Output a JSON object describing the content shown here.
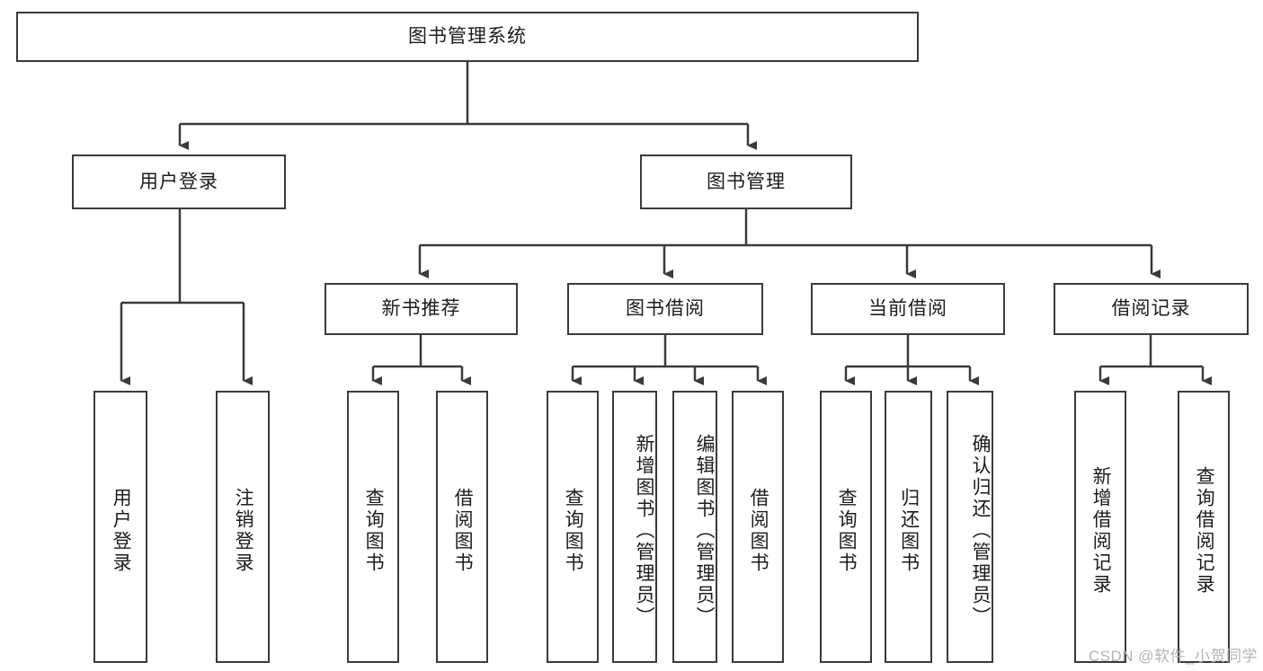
{
  "diagram": {
    "title_box": {
      "label": "图书管理系统"
    },
    "level1": [
      {
        "id": "user-login",
        "label": "用户登录"
      },
      {
        "id": "book-management",
        "label": "图书管理"
      }
    ],
    "level2": [
      {
        "id": "new-book-recommend",
        "label": "新书推荐"
      },
      {
        "id": "book-borrow",
        "label": "图书借阅"
      },
      {
        "id": "current-borrow",
        "label": "当前借阅"
      },
      {
        "id": "borrow-record",
        "label": "借阅记录"
      }
    ],
    "leaves": [
      {
        "id": "user-login-leaf",
        "label": "用户登录"
      },
      {
        "id": "logout-leaf",
        "label": "注销登录"
      },
      {
        "id": "query-book-recommend",
        "label": "查询图书"
      },
      {
        "id": "borrow-book-recommend",
        "label": "借阅图书"
      },
      {
        "id": "query-book-borrow",
        "label": "查询图书"
      },
      {
        "id": "add-book-admin",
        "label": "新增图书（管理员）"
      },
      {
        "id": "edit-book-admin",
        "label": "编辑图书（管理员）"
      },
      {
        "id": "borrow-book",
        "label": "借阅图书"
      },
      {
        "id": "query-book-current",
        "label": "查询图书"
      },
      {
        "id": "return-book",
        "label": "归还图书"
      },
      {
        "id": "confirm-return-admin",
        "label": "确认归还（管理员）"
      },
      {
        "id": "add-borrow-record",
        "label": "新增借阅记录"
      },
      {
        "id": "query-borrow-record",
        "label": "查询借阅记录"
      }
    ],
    "watermark": {
      "text": "CSDN @软件_小贺同学"
    },
    "colors": {
      "stroke": "#3a3a3a",
      "fill": "#ffffff",
      "text": "#1c1c1c",
      "watermark": "#b4b4b4"
    }
  }
}
